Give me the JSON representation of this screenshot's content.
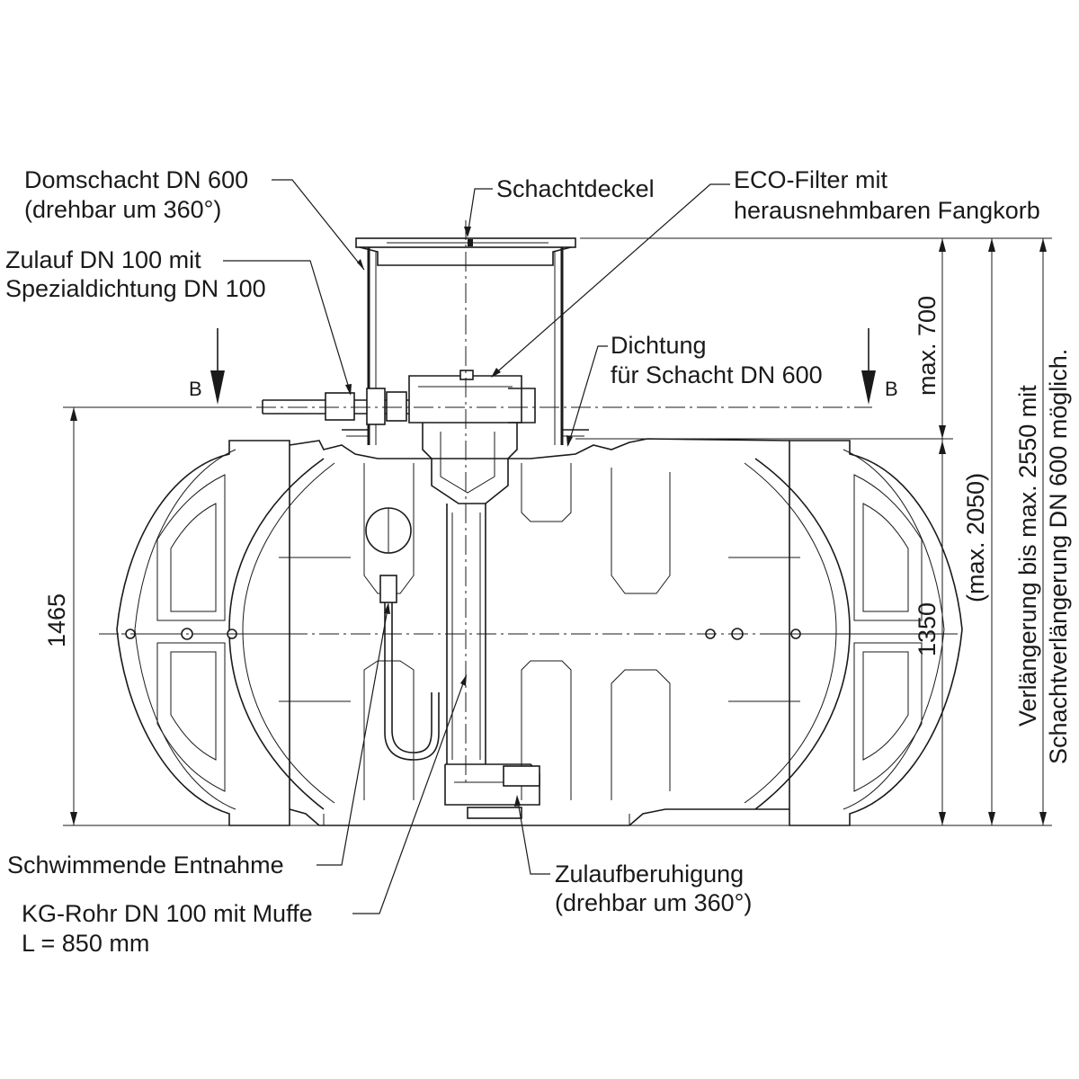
{
  "labels": {
    "domschacht_1": "Domschacht DN 600",
    "domschacht_2": "(drehbar um 360°)",
    "schachtdeckel": "Schachtdeckel",
    "eco_filter_1": "ECO-Filter mit",
    "eco_filter_2": "herausnehmbaren Fangkorb",
    "zulauf_1": "Zulauf DN 100 mit",
    "zulauf_2": "Spezialdichtung DN 100",
    "dichtung_1": "Dichtung",
    "dichtung_2": "für Schacht DN 600",
    "schwimmende": "Schwimmende Entnahme",
    "kg_rohr_1": "KG-Rohr DN 100 mit Muffe",
    "kg_rohr_2": "L =  850 mm",
    "zulaufberuhigung_1": "Zulaufberuhigung",
    "zulaufberuhigung_2": "(drehbar um 360°)"
  },
  "section_marks": {
    "left": "B",
    "right": "B"
  },
  "dimensions": {
    "height_1465": "1465",
    "height_1350": "1350",
    "max_700": "max. 700",
    "max_2050": "(max. 2050)",
    "extension_1": "Verlängerung bis max. 2550 mit",
    "extension_2": "Schachtverlängerung DN 600 möglich."
  }
}
